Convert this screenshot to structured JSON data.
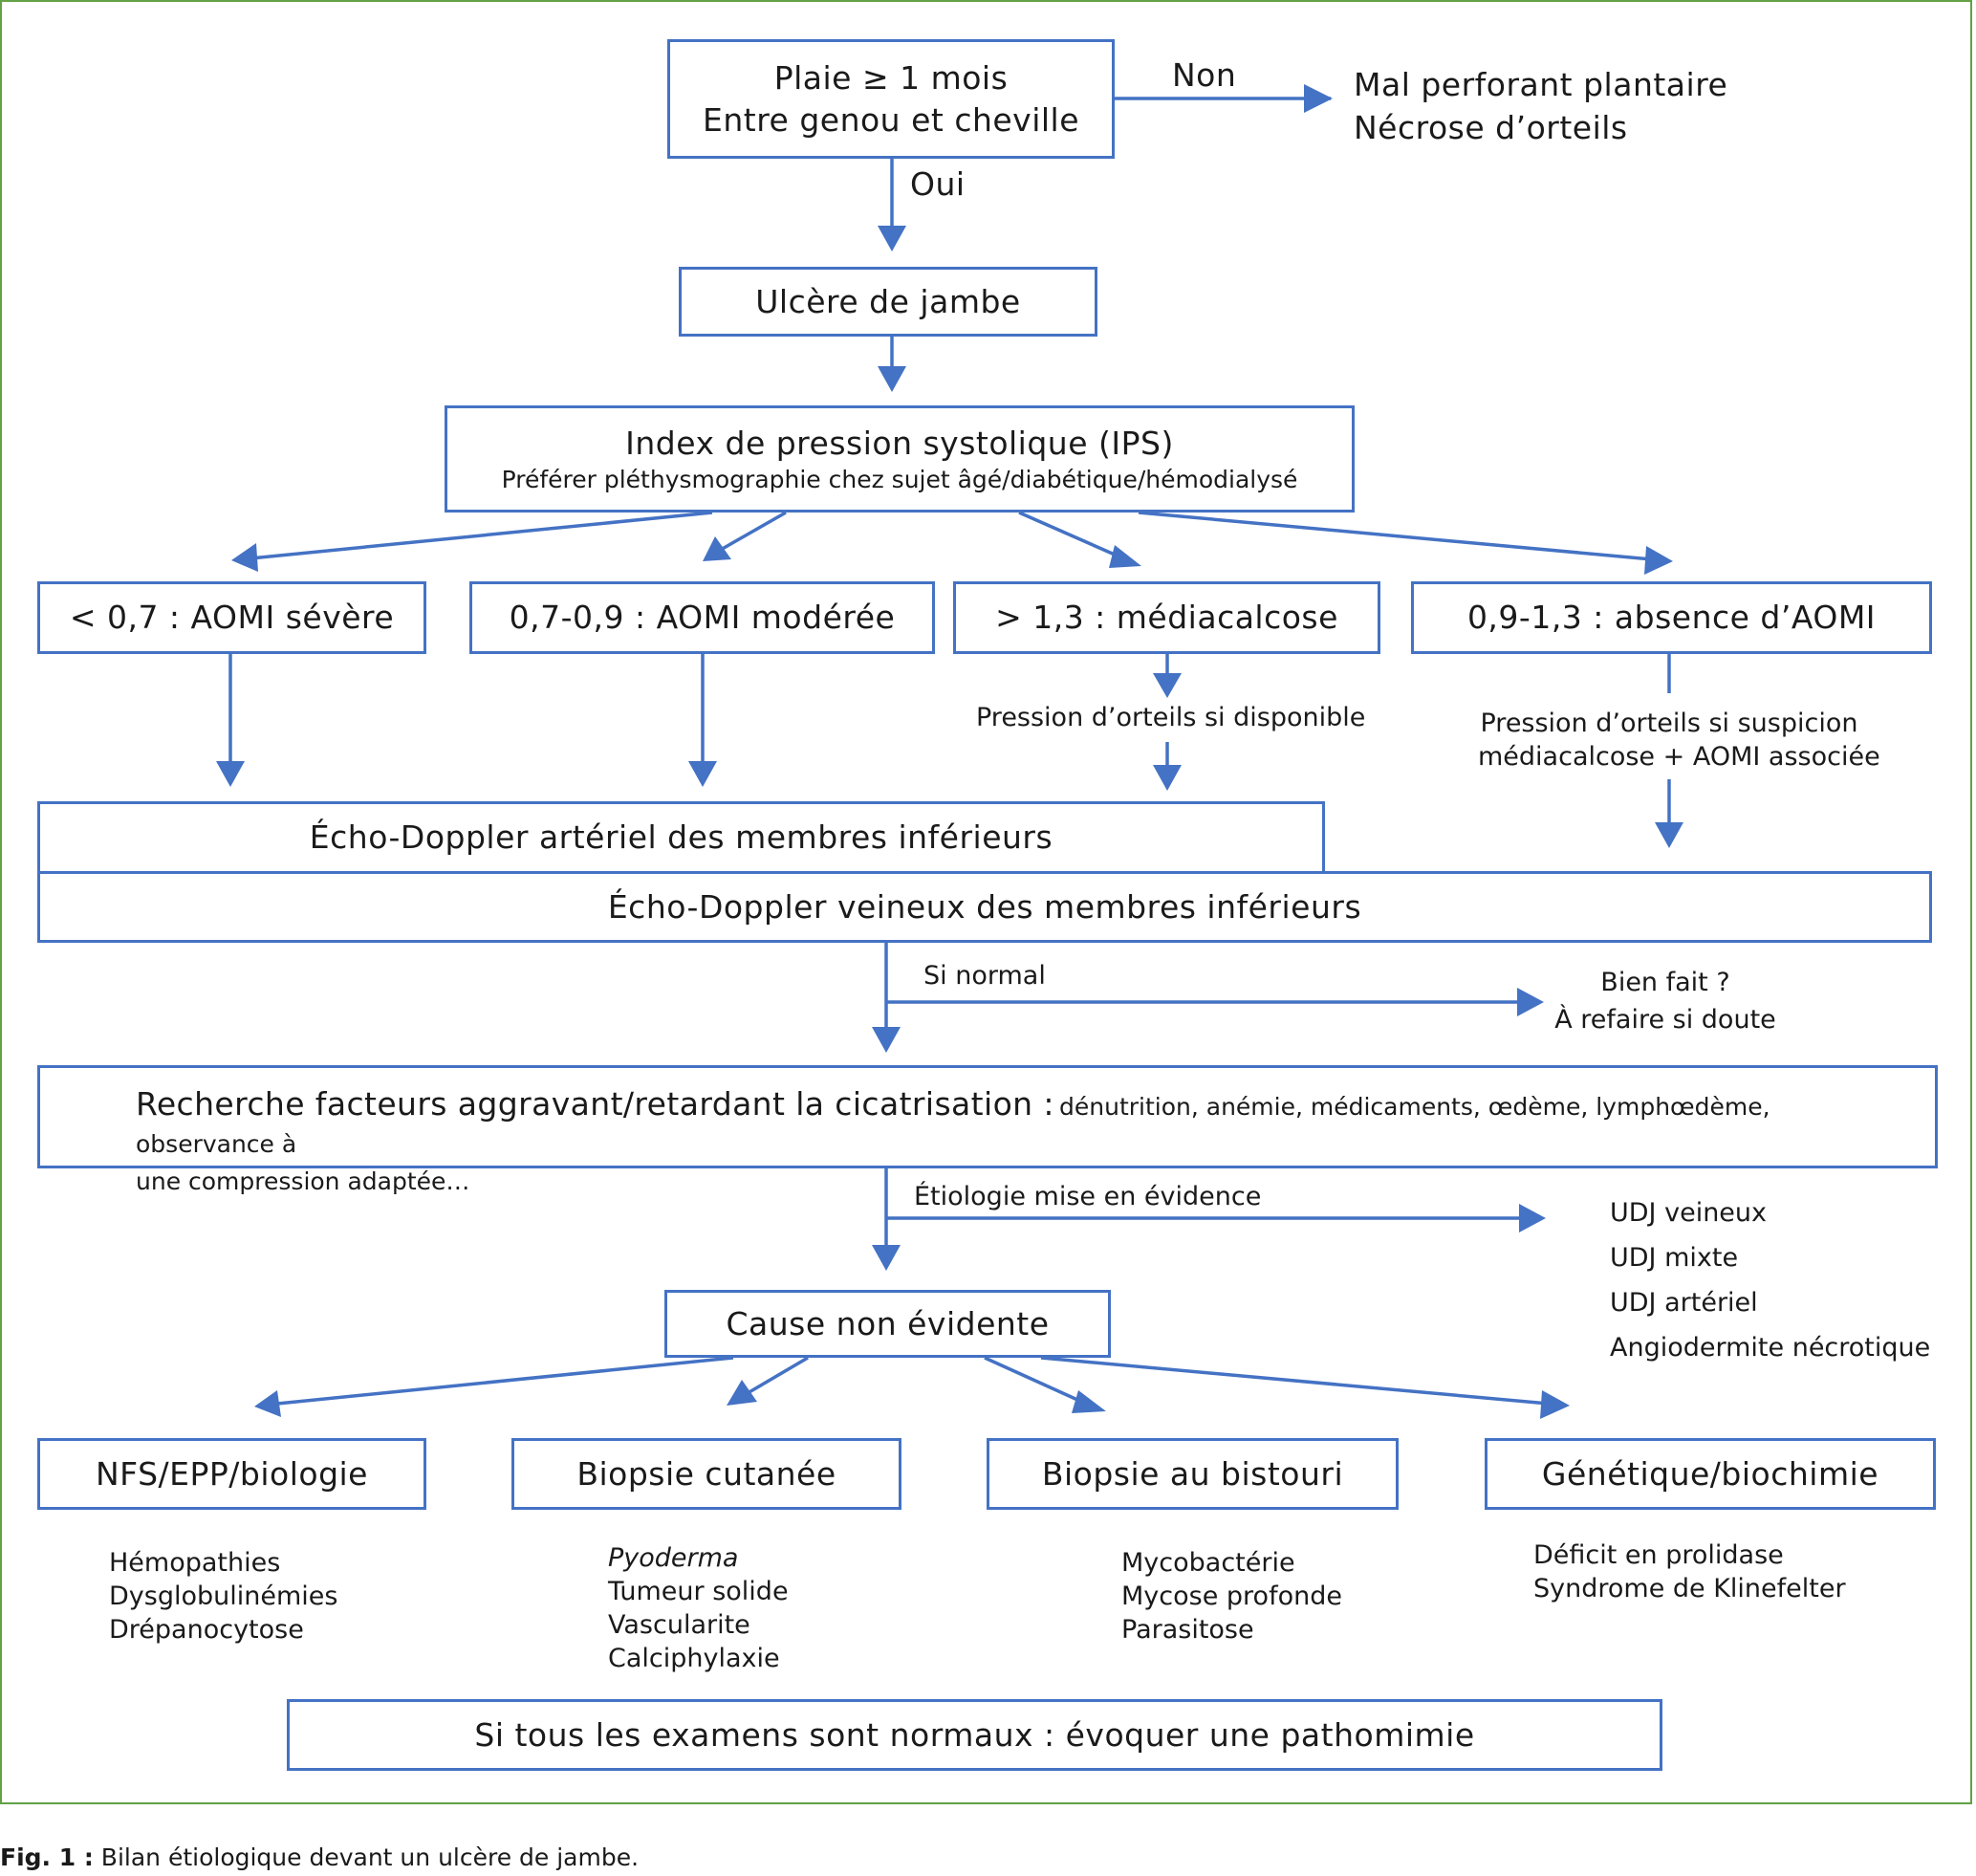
{
  "figure": {
    "caption_label": "Fig. 1 :",
    "caption_text": "Bilan étiologique devant un ulcère de jambe."
  },
  "colors": {
    "box_border": "#4472c4",
    "arrow": "#4472c4",
    "frame": "#62a145"
  },
  "nodes": {
    "start": {
      "line1": "Plaie ≥ 1 mois",
      "line2": "Entre genou et cheville"
    },
    "no_branch": {
      "label": "Non",
      "line1": "Mal perforant plantaire",
      "line2": "Nécrose d’orteils"
    },
    "yes_label": "Oui",
    "ulcer": "Ulcère de jambe",
    "ips": {
      "title": "Index de pression systolique (IPS)",
      "note": "Préférer pléthysmographie chez sujet âgé/diabétique/hémodialysé"
    },
    "ips_results": [
      "< 0,7 : AOMI sévère",
      "0,7-0,9 : AOMI modérée",
      "> 1,3 : médiacalcose",
      "0,9-1,3 : absence d’AOMI"
    ],
    "toe_pressure": "Pression d’orteils si disponible",
    "toe_pressure_suspicion": {
      "line1": "Pression d’orteils si suspicion",
      "line2": "médiacalcose + AOMI associée"
    },
    "doppler_arterial": "Écho-Doppler artériel des membres inférieurs",
    "doppler_venous": "Écho-Doppler veineux des membres inférieurs",
    "if_normal": "Si normal",
    "redo": {
      "line1": "Bien fait ?",
      "line2": "À refaire si doute"
    },
    "factors": {
      "lead": "Recherche facteurs aggravant/retardant la cicatrisation :",
      "tail": "dénutrition, anémie, médicaments, œdème, lymphœdème, observance à",
      "tail2": "une compression adaptée…"
    },
    "etiology_found": "Étiologie mise en évidence",
    "udj_list": [
      "UDJ veineux",
      "UDJ mixte",
      "UDJ artériel",
      "Angiodermite nécrotique"
    ],
    "cause_unclear": "Cause non évidente",
    "tests": [
      {
        "label": "NFS/EPP/biologie",
        "items": [
          "Hémopathies",
          "Dysglobulinémies",
          "Drépanocytose"
        ]
      },
      {
        "label": "Biopsie cutanée",
        "items": [
          "Pyoderma",
          "Tumeur solide",
          "Vascularite",
          "Calciphylaxie"
        ]
      },
      {
        "label": "Biopsie au bistouri",
        "items": [
          "Mycobactérie",
          "Mycose profonde",
          "Parasitose"
        ]
      },
      {
        "label": "Génétique/biochimie",
        "items": [
          "Déficit en prolidase",
          "Syndrome de Klinefelter"
        ]
      }
    ],
    "final": "Si tous les examens sont normaux : évoquer une pathomimie"
  }
}
